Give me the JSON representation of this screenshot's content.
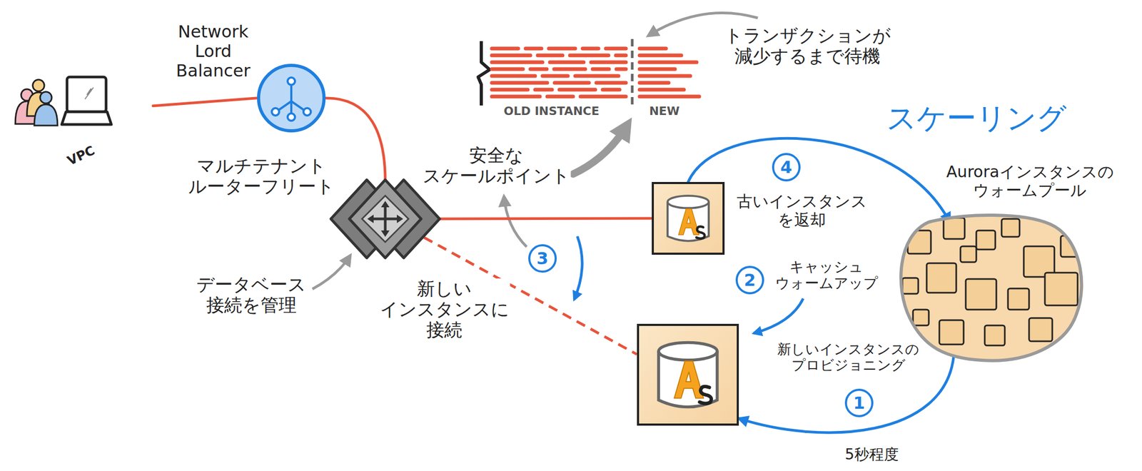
{
  "diagram": {
    "nodes": [
      {
        "text": [
          "VPC"
        ]
      },
      {
        "text": [
          "Network Lord Balancer"
        ]
      },
      {
        "text": [
          "マルチテナント ルーターフリート"
        ]
      },
      {
        "text": [
          "古いインスタンス を返却"
        ]
      },
      {
        "text": [
          "新しいインスタンスの プロビジョニング"
        ]
      },
      {
        "text": [
          "Auroraインスタンスの ウォームプール"
        ]
      }
    ],
    "edges": [
      {
        "from": 0,
        "to": 1,
        "arrow": "none"
      },
      {
        "from": 1,
        "to": 2,
        "arrow": "none"
      },
      {
        "from": 2,
        "to": 3,
        "arrow": "none"
      },
      {
        "from": 2,
        "to": 4,
        "arrow": "none"
      },
      {
        "from": 5,
        "to": 4,
        "arrow": "to"
      },
      {
        "from": 3,
        "to": 5,
        "arrow": "to"
      }
    ],
    "labels": [
      "トランザクションが 減少するまで待機",
      "OLD INSTANCE",
      "NEW",
      "安全な スケールポイント",
      "スケーリング",
      "4",
      "データベース 接続を管理",
      "新しい インスタンスに 接続",
      "3",
      "キャッシュ ウォームアップ",
      "2",
      "1",
      "5秒程度"
    ]
  }
}
